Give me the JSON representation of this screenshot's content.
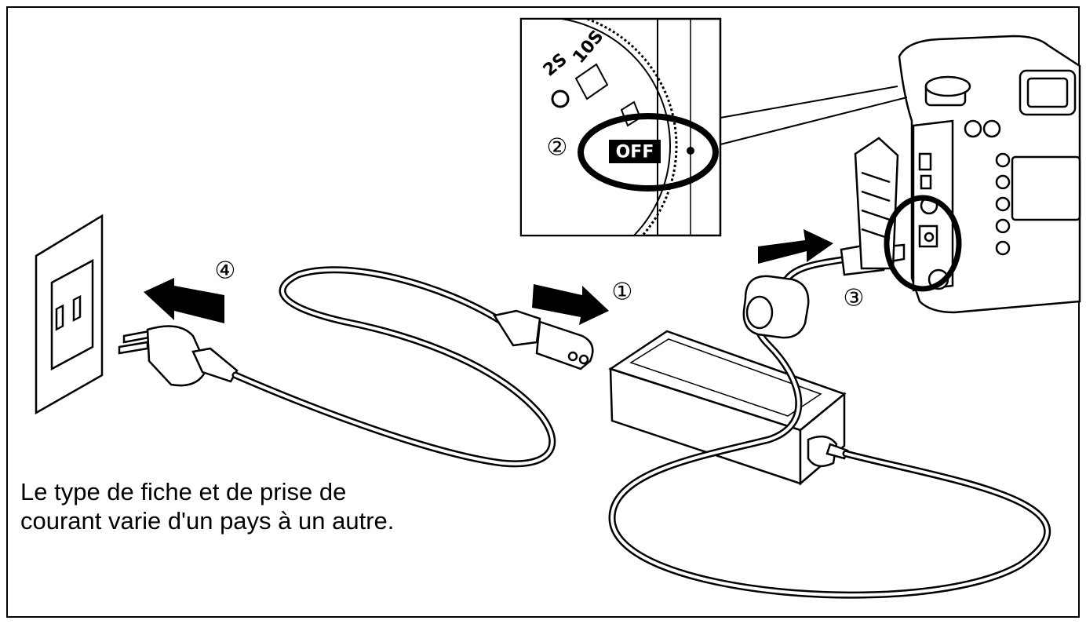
{
  "caption": {
    "line1": "Le type de fiche et de prise de",
    "line2": "courant varie d'un pays à un autre."
  },
  "steps": {
    "step1": "①",
    "step2": "②",
    "step3": "③",
    "step4": "④"
  },
  "dial": {
    "off_label": "OFF",
    "mark_2s": "2S",
    "mark_10s": "10S"
  },
  "colors": {
    "line": "#000000",
    "background": "#ffffff"
  }
}
